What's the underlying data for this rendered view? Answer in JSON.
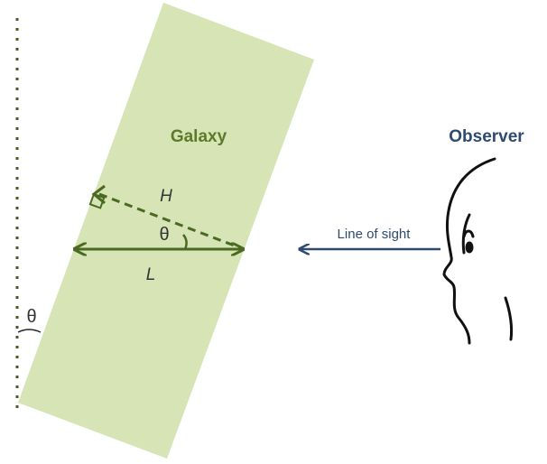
{
  "labels": {
    "galaxy": "Galaxy",
    "observer": "Observer",
    "height": "H",
    "length": "L",
    "angle_inner": "θ",
    "angle_outer": "θ",
    "line_of_sight": "Line of sight"
  },
  "colors": {
    "galaxy_fill": "#d6e4b6",
    "galaxy_text": "#5c7a2a",
    "measure_lines": "#4a6a22",
    "observer_text": "#2e4a6e",
    "sight_arrow": "#2e4a6e",
    "dotted_line": "#4a5a28",
    "face_outline": "#111111"
  }
}
